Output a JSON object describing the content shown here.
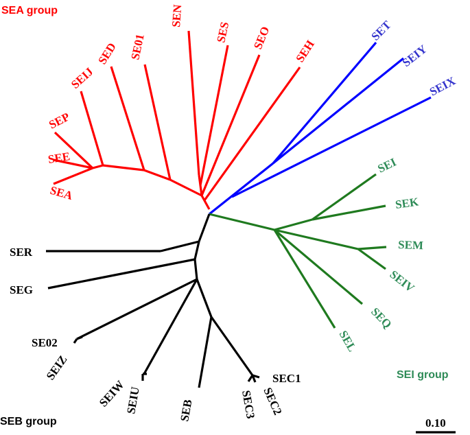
{
  "groups": {
    "sea": "SEA group",
    "seb": "SEB group",
    "sei": "SEI group"
  },
  "scale_bar": {
    "label": "0.10"
  },
  "colors": {
    "sea": "#ff0000",
    "set_clade": "#0000ff",
    "sei": "#1f7a1f",
    "seb": "#000000"
  },
  "taxa": {
    "SEN": "SEN",
    "SES": "SES",
    "SEO": "SEO",
    "SE01": "SE01",
    "SED": "SED",
    "SEH": "SEH",
    "SEIJ": "SEIJ",
    "SEP": "SEP",
    "SEE": "SEE",
    "SEA": "SEA",
    "SET": "SET",
    "SEIY": "SEIY",
    "SEIX": "SEIX",
    "SEI": "SEI",
    "SEK": "SEK",
    "SEM": "SEM",
    "SEIV": "SEIV",
    "SEQ": "SEQ",
    "SEL": "SEL",
    "SER": "SER",
    "SEG": "SEG",
    "SE02": "SE02",
    "SEIZ": "SEIZ",
    "SEIW": "SEIW",
    "SEIU": "SEIU",
    "SEB": "SEB",
    "SEC3": "SEC3",
    "SEC2": "SEC2",
    "SEC1": "SEC1"
  }
}
